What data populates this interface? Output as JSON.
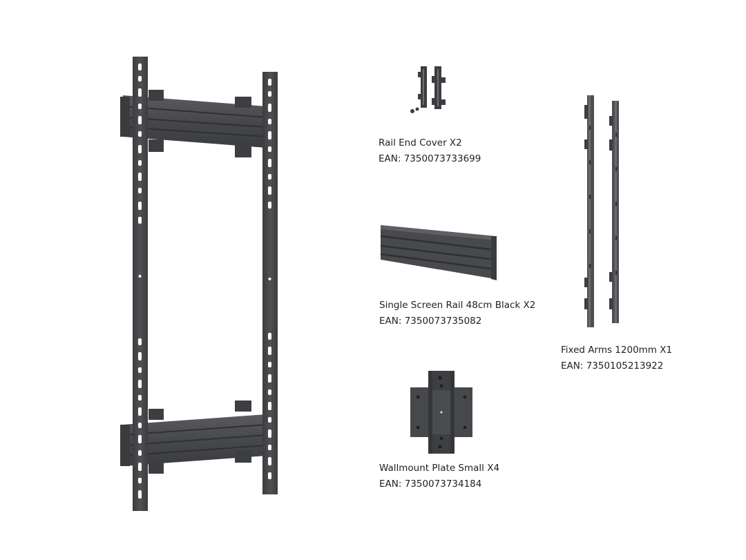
{
  "colors": {
    "metal_dark": "#3a3b3d",
    "metal_mid": "#4a4b4e",
    "metal_light": "#5d5e61",
    "highlight": "#6e7073",
    "background": "#ffffff"
  },
  "products": [
    {
      "id": "rail-end-cover",
      "icon": "rail-end-cover-icon",
      "title": "Rail End Cover X2",
      "ean": "EAN: 7350073733699"
    },
    {
      "id": "single-screen-rail",
      "icon": "screen-rail-icon",
      "title": "Single Screen Rail 48cm Black X2",
      "ean": "EAN: 7350073735082"
    },
    {
      "id": "wallmount-plate",
      "icon": "wallmount-plate-icon",
      "title": "Wallmount Plate Small  X4",
      "ean": "EAN: 7350073734184"
    },
    {
      "id": "fixed-arms",
      "icon": "fixed-arms-icon",
      "title": "Fixed Arms 1200mm  X1",
      "ean": "EAN: 7350105213922"
    }
  ]
}
